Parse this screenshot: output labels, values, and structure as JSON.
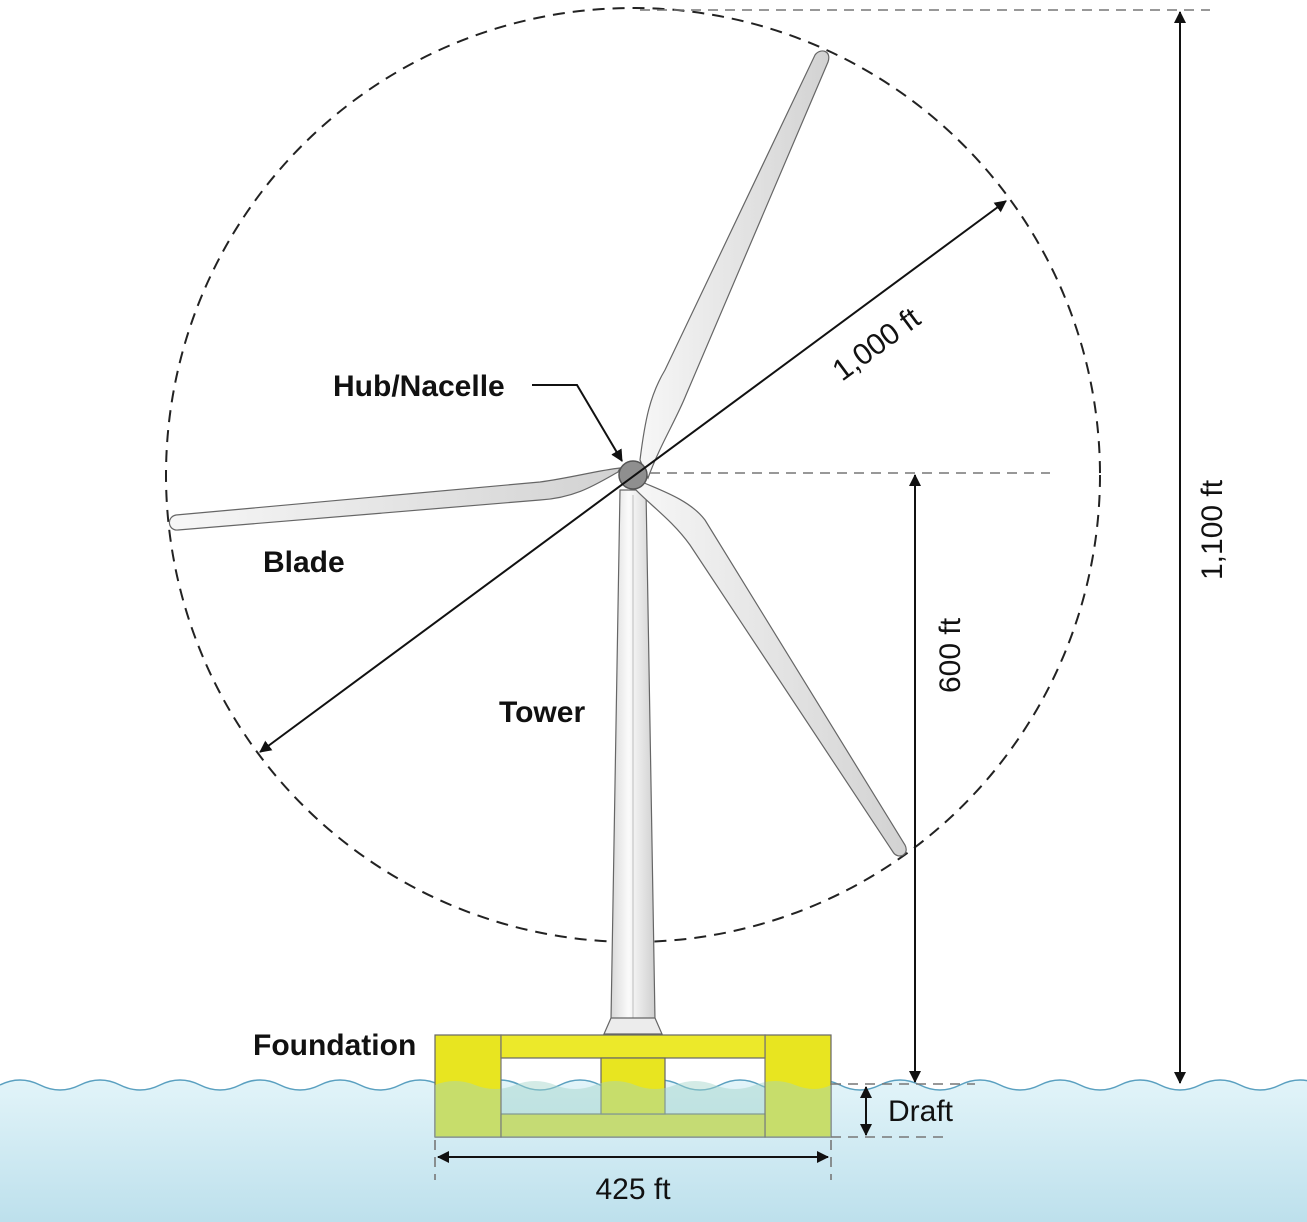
{
  "labels": {
    "hub": "Hub/Nacelle",
    "blade": "Blade",
    "tower": "Tower",
    "foundation": "Foundation"
  },
  "dimensions": {
    "rotor_diameter": "1,000 ft",
    "hub_height": "600 ft",
    "total_height": "1,100 ft",
    "draft": "Draft",
    "foundation_width": "425 ft"
  },
  "colors": {
    "water_top": "#dff3f8",
    "water_bottom": "#bfe2ee",
    "foundation": "#e6e31a",
    "foundation_submerged": "#cfe05a",
    "blade": "#eaeaea",
    "hub": "#8a8a8a"
  }
}
